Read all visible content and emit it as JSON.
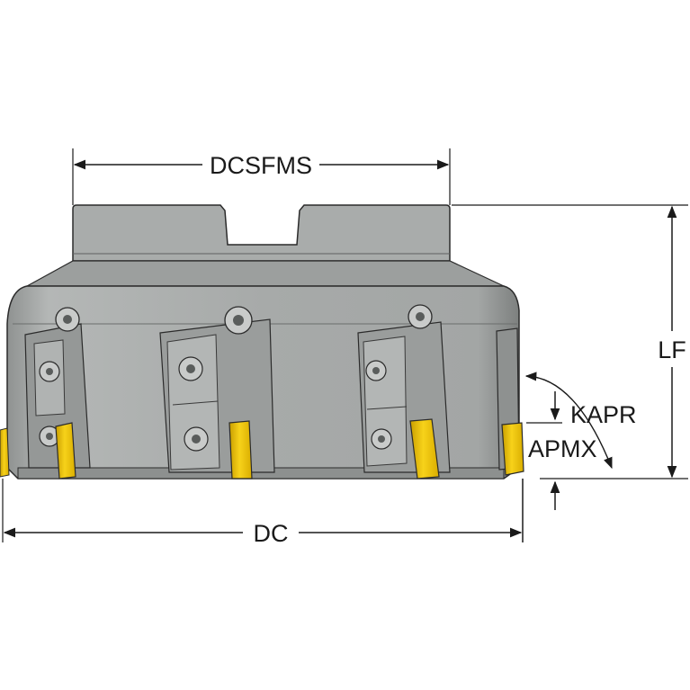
{
  "labels": {
    "dcsfms": "DCSFMS",
    "lf": "LF",
    "kapr": "KAPR",
    "apmx": "APMX",
    "dc": "DC"
  },
  "colors": {
    "body_gray": "#a7aaa9",
    "body_light": "#c4c6c5",
    "body_dark": "#6b6e6d",
    "outline": "#2b2b2b",
    "insert_yellow": "#f2c500",
    "insert_yellow_dark": "#b58f00",
    "dimension_line": "#1a1a1a"
  },
  "icons": {
    "inserts": "cutting-insert",
    "screws": "clamp-screw"
  }
}
